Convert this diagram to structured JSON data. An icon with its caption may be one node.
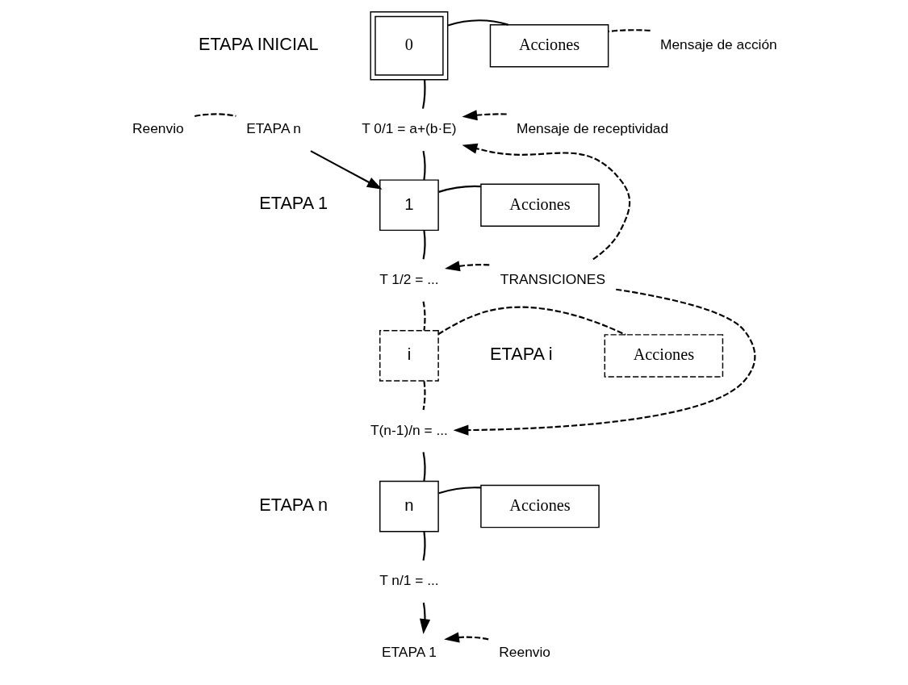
{
  "diagram": {
    "nodes": [
      {
        "text": [
          "0"
        ],
        "beside": [
          "ETAPA INICIAL"
        ]
      },
      {
        "text": [
          "Acciones"
        ]
      },
      {
        "text": [
          "Mensaje de acción"
        ]
      },
      {
        "text": [
          "Reenvio"
        ]
      },
      {
        "text": [
          "ETAPA n"
        ]
      },
      {
        "text": [
          "T 0/1 = a+(b·E)"
        ]
      },
      {
        "text": [
          "Mensaje de receptividad"
        ]
      },
      {
        "text": [
          "1"
        ],
        "beside": [
          "ETAPA 1"
        ]
      },
      {
        "text": [
          "Acciones"
        ]
      },
      {
        "text": [
          "T 1/2 = ..."
        ]
      },
      {
        "text": [
          "TRANSICIONES"
        ]
      },
      {
        "text": [
          "i"
        ],
        "beside": [
          "ETAPA i"
        ]
      },
      {
        "text": [
          "Acciones"
        ]
      },
      {
        "text": [
          "T(n-1)/n = ..."
        ]
      },
      {
        "text": [
          "n"
        ],
        "beside": [
          "ETAPA n"
        ]
      },
      {
        "text": [
          "Acciones"
        ]
      },
      {
        "text": [
          "T n/1 = ..."
        ]
      },
      {
        "text": [
          "ETAPA 1"
        ]
      },
      {
        "text": [
          "Reenvio"
        ]
      }
    ],
    "edges": [
      {
        "from": 0,
        "to": 1,
        "arrow": "none"
      },
      {
        "from": 2,
        "to": 1,
        "arrow": "none",
        "style": "dashed"
      },
      {
        "from": 0,
        "to": 5,
        "arrow": "none"
      },
      {
        "from": 5,
        "to": 7,
        "arrow": "none"
      },
      {
        "from": 3,
        "to": 4,
        "arrow": "none",
        "style": "dashed"
      },
      {
        "from": 4,
        "to": 7,
        "arrow": "to"
      },
      {
        "from": 6,
        "to": 5,
        "arrow": "to",
        "style": "dashed"
      },
      {
        "from": 10,
        "to": 5,
        "arrow": "to",
        "style": "dashed"
      },
      {
        "from": 7,
        "to": 8,
        "arrow": "none"
      },
      {
        "from": 7,
        "to": 9,
        "arrow": "none"
      },
      {
        "from": 10,
        "to": 9,
        "arrow": "to",
        "style": "dashed"
      },
      {
        "from": 9,
        "to": 11,
        "arrow": "none",
        "style": "dashed"
      },
      {
        "from": 11,
        "to": 12,
        "arrow": "none",
        "style": "dashed"
      },
      {
        "from": 11,
        "to": 13,
        "arrow": "none",
        "style": "dashed"
      },
      {
        "from": 10,
        "to": 13,
        "arrow": "to",
        "style": "dashed"
      },
      {
        "from": 13,
        "to": 14,
        "arrow": "none"
      },
      {
        "from": 14,
        "to": 15,
        "arrow": "none"
      },
      {
        "from": 14,
        "to": 16,
        "arrow": "none"
      },
      {
        "from": 16,
        "to": 17,
        "arrow": "to"
      },
      {
        "from": 18,
        "to": 17,
        "arrow": "to",
        "style": "dashed"
      }
    ]
  }
}
